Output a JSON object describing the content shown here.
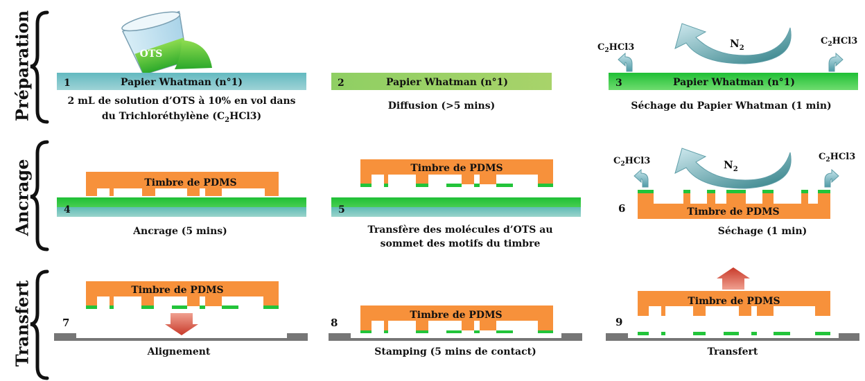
{
  "rows": {
    "preparation": "Préparation",
    "ancrage": "Ancrage",
    "transfert": "Transfert"
  },
  "steps": {
    "s1": {
      "num": "1",
      "substrate": "Papier Whatman (n°1)",
      "beaker": "OTS",
      "caption_line1": "2 mL de solution d’OTS à 10% en vol dans",
      "caption_line2_pre": "du Trichloréthylène (C",
      "caption_line2_sub": "2",
      "caption_line2_post": "HCl3)"
    },
    "s2": {
      "num": "2",
      "substrate": "Papier Whatman (n°1)",
      "caption": "Diffusion (>5 mins)"
    },
    "s3": {
      "num": "3",
      "substrate": "Papier Whatman (n°1)",
      "caption": "Séchage du Papier Whatman (1 min)"
    },
    "s4": {
      "num": "4",
      "stamp": "Timbre de PDMS",
      "caption": "Ancrage (5 mins)"
    },
    "s5": {
      "num": "5",
      "stamp": "Timbre de PDMS",
      "caption_line1": "Transfère des molécules d’OTS au",
      "caption_line2": "sommet des motifs du timbre"
    },
    "s6": {
      "num": "6",
      "stamp": "Timbre de PDMS",
      "caption": "Séchage (1 min)"
    },
    "s7": {
      "num": "7",
      "stamp": "Timbre de PDMS",
      "caption": "Alignement"
    },
    "s8": {
      "num": "8",
      "stamp": "Timbre de PDMS",
      "caption": "Stamping (5 mins de contact)"
    },
    "s9": {
      "num": "9",
      "stamp": "Timbre de PDMS",
      "caption": "Transfert"
    }
  },
  "gas": {
    "n2": "N",
    "n2_sub": "2",
    "solvent_c": "C",
    "solvent_sub": "2",
    "solvent_rest": "HCl3"
  },
  "colors": {
    "orange": "#f7913b",
    "green": "#22c43a",
    "teal": "#7cc4c8",
    "blue_arrow": "#7fb4bf",
    "red_arrow": "#d24a3a",
    "gray": "#767676"
  }
}
